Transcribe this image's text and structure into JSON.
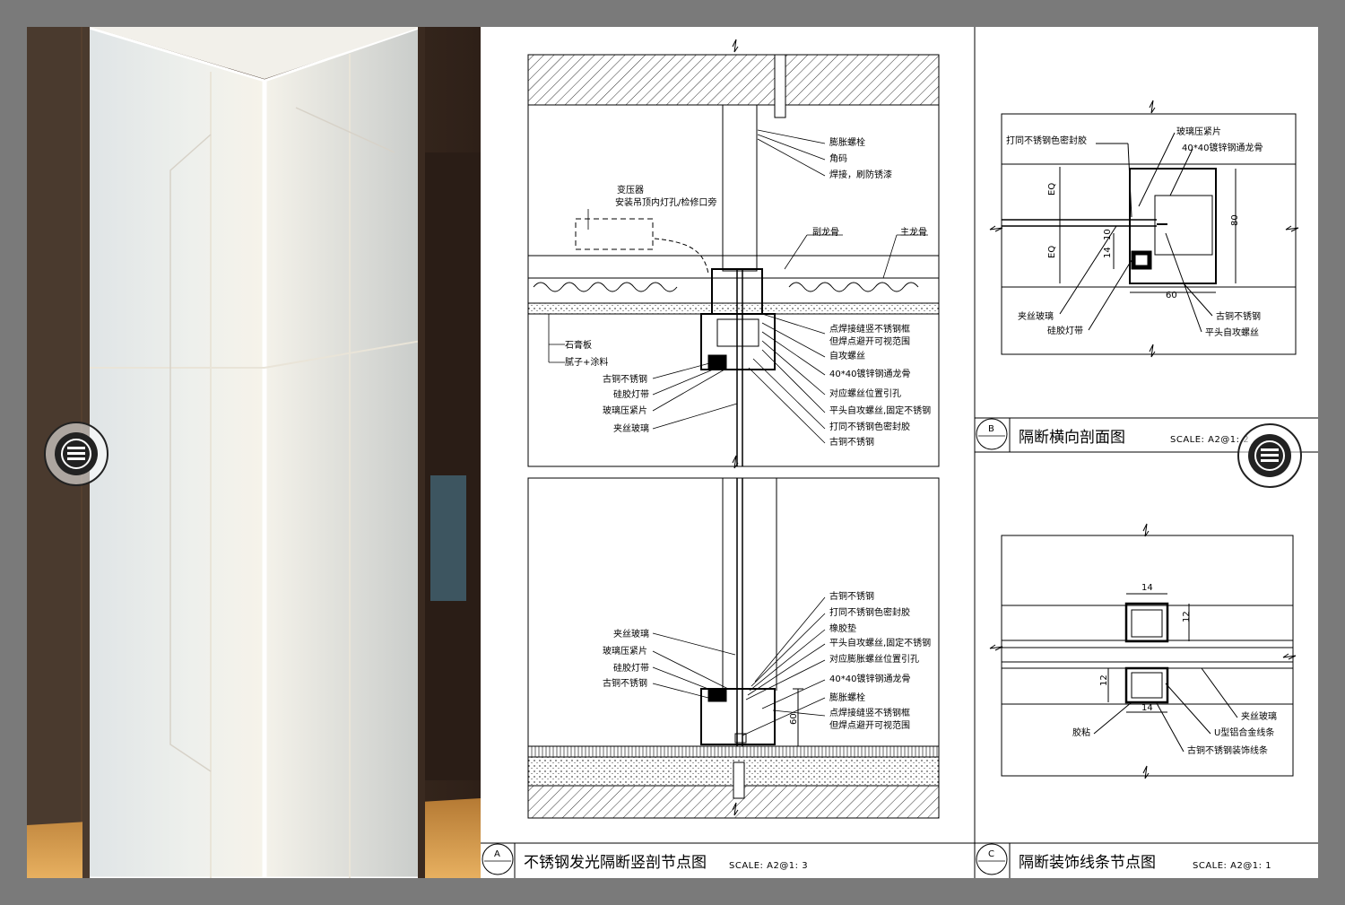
{
  "sheet": {
    "a": {
      "marker": "A",
      "title": "不锈钢发光隔断竖剖节点图",
      "scale": "SCALE: A2@1: 3",
      "labels_upper_right": [
        "膨胀螺栓",
        "角码",
        "焊接，刷防锈漆"
      ],
      "transformer": [
        "变压器",
        "安装吊顶内灯孔/检修口旁"
      ],
      "ceiling": [
        "副龙骨",
        "主龙骨"
      ],
      "left_upper": [
        "石膏板",
        "腻子+涂料"
      ],
      "right_middle": [
        "点焊接缝竖不锈钢框",
        "但焊点避开可视范围",
        "自攻螺丝",
        "40*40镀锌钢通龙骨",
        "对应螺丝位置引孔",
        "平头自攻螺丝,固定不锈钢",
        "打同不锈钢色密封胶",
        "古铜不锈钢"
      ],
      "left_middle": [
        "古铜不锈钢",
        "硅胶灯带",
        "玻璃压紧片",
        "夹丝玻璃"
      ],
      "right_lower": [
        "古铜不锈钢",
        "打同不锈钢色密封胶",
        "橡胶垫",
        "平头自攻螺丝,固定不锈钢",
        "对应膨胀螺丝位置引孔",
        "40*40镀锌钢通龙骨",
        "膨胀螺栓",
        "点焊接缝竖不锈钢框",
        "但焊点避开可视范围"
      ],
      "left_lower": [
        "夹丝玻璃",
        "玻璃压紧片",
        "硅胶灯带",
        "古铜不锈钢"
      ],
      "dim_60": "60"
    },
    "b": {
      "marker": "B",
      "title": "隔断横向剖面图",
      "scale": "SCALE: A2@1: 2",
      "labels": [
        "打同不锈钢色密封胶",
        "玻璃压紧片",
        "40*40镀锌钢通龙骨",
        "夹丝玻璃",
        "硅胶灯带",
        "古铜不锈钢",
        "平头自攻螺丝"
      ],
      "dims": [
        "EQ",
        "EQ",
        "10",
        "14",
        "80",
        "60"
      ]
    },
    "c": {
      "marker": "C",
      "title": "隔断装饰线条节点图",
      "scale": "SCALE: A2@1: 1",
      "labels": [
        "夹丝玻璃",
        "胶粘",
        "U型铝合金线条",
        "古铜不锈钢装饰线条"
      ],
      "dims": [
        "14",
        "12",
        "12",
        "14"
      ]
    }
  },
  "colors": {
    "background": "#7a7a7a",
    "sheet": "#ffffff",
    "line": "#000000",
    "badge": "#e8e8e8"
  },
  "icons": [
    "logo-badge-icon"
  ]
}
